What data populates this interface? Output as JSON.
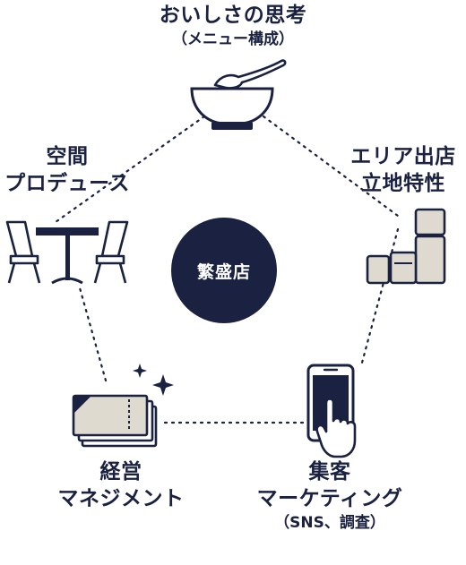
{
  "center": {
    "label": "繁盛店"
  },
  "nodes": {
    "top": {
      "line1": "おいしさの思考",
      "sub": "（メニュー構成）"
    },
    "left": {
      "line1": "空間",
      "line2": "プロデュース"
    },
    "right": {
      "line1": "エリア出店",
      "line2": "立地特性"
    },
    "bottom_left": {
      "line1": "経営",
      "line2": "マネジメント"
    },
    "bottom_right": {
      "line1": "集客",
      "line2": "マーケティング",
      "sub": "（SNS、調査）"
    }
  },
  "icons": {
    "top": "rice-bowl-with-spoon-icon",
    "left": "table-and-chairs-icon",
    "right": "stacked-blocks-icon",
    "bottom_left": "tickets-with-sparkles-icon",
    "bottom_right": "smartphone-tap-icon"
  },
  "colors": {
    "navy": "#1b2140",
    "beige": "#dedad0",
    "background": "#ffffff"
  }
}
